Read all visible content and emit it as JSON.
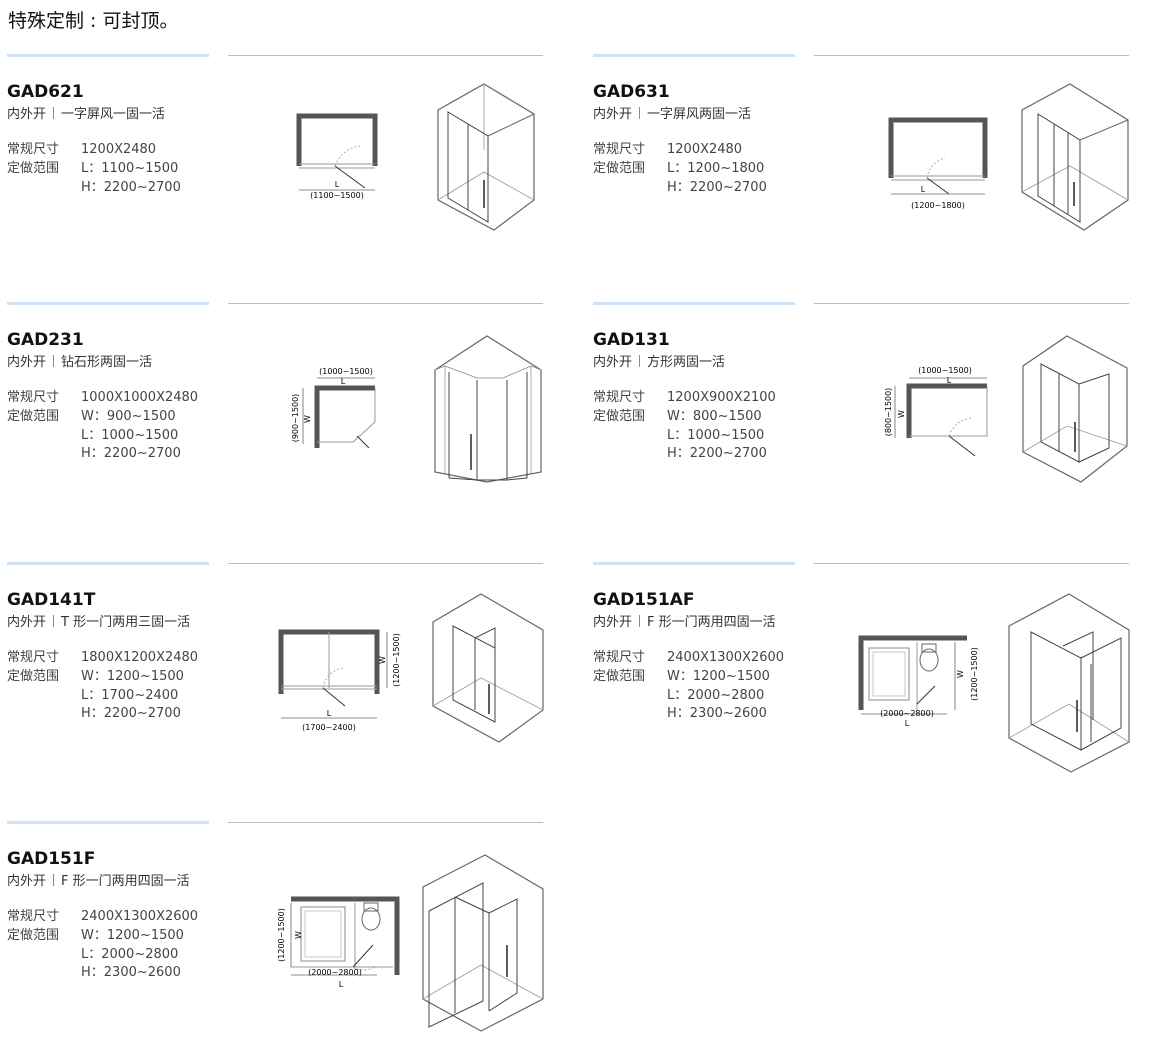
{
  "page_title": "特殊定制 : 可封顶。",
  "spec_labels": {
    "standard": "常规尺寸",
    "range": "定做范围"
  },
  "products": [
    {
      "code": "GAD621",
      "open": "内外开",
      "desc": "一字屏风一固一活",
      "standard": "1200X2480",
      "ranges": [
        "L：1100~1500",
        "H：2200~2700"
      ],
      "plan_labels": {
        "L": "L",
        "L_range": "(1100~1500)"
      }
    },
    {
      "code": "GAD631",
      "open": "内外开",
      "desc": "一字屏风两固一活",
      "standard": "1200X2480",
      "ranges": [
        "L：1200~1800",
        "H：2200~2700"
      ],
      "plan_labels": {
        "L": "L",
        "L_range": "(1200~1800)"
      }
    },
    {
      "code": "GAD231",
      "open": "内外开",
      "desc": "钻石形两固一活",
      "standard": "1000X1000X2480",
      "ranges": [
        "W：900~1500",
        "L：1000~1500",
        "H：2200~2700"
      ],
      "plan_labels": {
        "L": "L",
        "L_range": "(1000~1500)",
        "W": "W",
        "W_range": "(900~1500)"
      }
    },
    {
      "code": "GAD131",
      "open": "内外开",
      "desc": "方形两固一活",
      "standard": "1200X900X2100",
      "ranges": [
        "W：800~1500",
        "L：1000~1500",
        "H：2200~2700"
      ],
      "plan_labels": {
        "L": "L",
        "L_range": "(1000~1500)",
        "W": "W",
        "W_range": "(800~1500)"
      }
    },
    {
      "code": "GAD141T",
      "open": "内外开",
      "desc": "T 形一门两用三固一活",
      "standard": "1800X1200X2480",
      "ranges": [
        "W：1200~1500",
        "L：1700~2400",
        "H：2200~2700"
      ],
      "plan_labels": {
        "L": "L",
        "L_range": "(1700~2400)",
        "W": "W",
        "W_range": "(1200~1500)"
      }
    },
    {
      "code": "GAD151AF",
      "open": "内外开",
      "desc": "F 形一门两用四固一活",
      "standard": "2400X1300X2600",
      "ranges": [
        "W：1200~1500",
        "L：2000~2800",
        "H：2300~2600"
      ],
      "plan_labels": {
        "L": "L",
        "L_range": "(2000~2800)",
        "W": "W",
        "W_range": "(1200~1500)"
      }
    },
    {
      "code": "GAD151F",
      "open": "内外开",
      "desc": "F 形一门两用四固一活",
      "standard": "2400X1300X2600",
      "ranges": [
        "W：1200~1500",
        "L：2000~2800",
        "H：2300~2600"
      ],
      "plan_labels": {
        "L": "L",
        "L_range": "(2000~2800)",
        "W": "W",
        "W_range": "(1200~1500)"
      }
    }
  ]
}
